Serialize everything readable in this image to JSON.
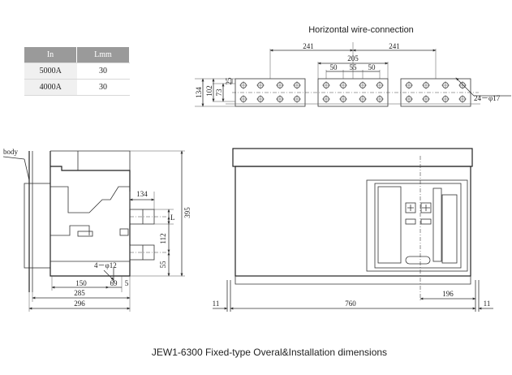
{
  "spec_table": {
    "headers": [
      "In",
      "Lmm"
    ],
    "rows": [
      [
        "5000A",
        "30"
      ],
      [
        "4000A",
        "30"
      ]
    ]
  },
  "top_view": {
    "title": "Horizontal wire-connection",
    "dims": {
      "d241_left": "241",
      "d241_right": "241",
      "d205": "205",
      "d50a": "50",
      "d55": "55",
      "d50b": "50",
      "d134": "134",
      "d102": "102",
      "d73": "73",
      "d25": "25",
      "holes": "24－φ17"
    }
  },
  "side_view": {
    "body_label": "body",
    "dims": {
      "d134": "134",
      "dL": "L",
      "d395": "395",
      "d112": "112",
      "d55": "55",
      "holes": "4－φ12",
      "d150": "150",
      "d69": "69",
      "d5": "5",
      "d285": "285",
      "d296": "296"
    }
  },
  "front_view": {
    "dims": {
      "d11_left": "11",
      "d760": "760",
      "d196": "196",
      "d11_right": "11"
    }
  },
  "caption": "JEW1-6300 Fixed-type Overal&Installation dimensions",
  "colors": {
    "line": "#333333",
    "table_header": "#9a9a9a",
    "table_cell": "#f0f0f0"
  }
}
